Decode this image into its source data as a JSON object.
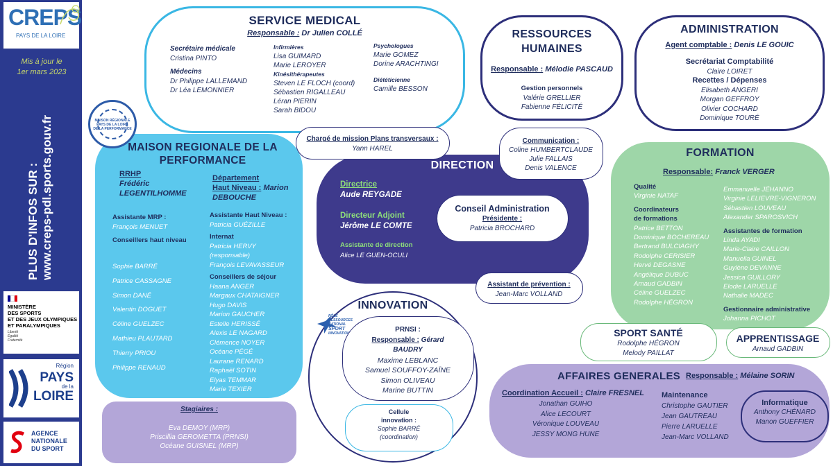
{
  "left_band": {
    "logo": {
      "word": "CREPS",
      "sub": "PAYS DE LA LOIRE"
    },
    "update_line1": "Mis à jour le",
    "update_line2": "1er mars 2023",
    "vertical_line1": "PLUS D'INFOS SUR :",
    "vertical_line2": "www.creps-pdl.sports.gouv.fr",
    "ministere": [
      "MINISTÈRE",
      "DES SPORTS",
      "ET DES JEUX OLYMPIQUES",
      "ET PARALYMPIQUES"
    ],
    "ministere_motto": [
      "Liberté",
      "Égalité",
      "Fraternité"
    ],
    "region": {
      "label": "Région",
      "big1": "PAYS",
      "small": "de la",
      "big2": "LOIRE"
    },
    "ans": [
      "AGENCE",
      "NATIONALE",
      "DU SPORT"
    ]
  },
  "service_medical": {
    "title": "SERVICE MEDICAL",
    "responsable_label": "Responsable :",
    "responsable_name": "Dr Julien COLLÉ",
    "col1": [
      {
        "role": "Secrétaire médicale",
        "names": [
          "Cristina PINTO"
        ]
      },
      {
        "role": "Médecins",
        "names": [
          "Dr Philippe LALLEMAND",
          "Dr Léa LEMONNIER"
        ]
      }
    ],
    "col2": [
      {
        "role": "Infirmières",
        "names": [
          "Lisa GUIMARD",
          "Marie LEROYER"
        ]
      },
      {
        "role": "Kinésithérapeutes",
        "names": [
          "Steven LE FLOCH (coord)",
          "Sébastien RIGALLEAU",
          "Léran PIERIN",
          "Sarah BIDOU"
        ]
      }
    ],
    "col3": [
      {
        "role": "Psychologues",
        "names": [
          "Marie GOMEZ",
          "Dorine ARACHTINGI"
        ]
      },
      {
        "role": "Diététicienne",
        "names": [
          "Camille BESSON"
        ]
      }
    ]
  },
  "rh": {
    "title_line1": "RESSOURCES",
    "title_line2": "HUMAINES",
    "responsable_label": "Responsable :",
    "responsable_name": "Mélodie PASCAUD",
    "section": "Gestion personnels",
    "names": [
      "Valérie GRELLIER",
      "Fabienne FÉLICITÉ"
    ]
  },
  "administration": {
    "title": "ADMINISTRATION",
    "agent_label": "Agent comptable :",
    "agent_name": "Denis LE GOUIC",
    "section1": "Secrétariat Comptabilité",
    "section1_names": [
      "Claire LOIRET"
    ],
    "section2": "Recettes / Dépenses",
    "section2_names": [
      "Elisabeth ANGERI",
      "Morgan GEFFROY",
      "Olivier COCHARD",
      "Dominique TOURÉ"
    ]
  },
  "badge": {
    "line1": "MAISON RÉGIONALE",
    "line2": "PAYS DE LA LOIRE",
    "line3": "DE LA PERFORMANCE"
  },
  "mrp": {
    "title_line1": "MAISON REGIONALE DE LA",
    "title_line2": "PERFORMANCE",
    "rrhp_label": "RRHP",
    "rrhp_name1": "Frédéric",
    "rrhp_name2": "LEGENTILHOMME",
    "dept_label1": "Département",
    "dept_label2": "Haut Niveau :",
    "dept_name1": "Marion",
    "dept_name2": "DEBOUCHE",
    "assistante_mrp_label": "Assistante MRP :",
    "assistante_mrp_name": "François MENUET",
    "conseillers_label": "Conseillers haut niveau",
    "conseillers": [
      "Sophie BARRÉ",
      "Patrice CASSAGNE",
      "Simon DANÉ",
      "Valentin DOGUET",
      "Céline GUELZEC",
      "Mathieu PLAUTARD",
      "Thierry PRIOU",
      "Philippe RENAUD"
    ],
    "assistante_hn_label": "Assistante Haut Niveau :",
    "assistante_hn_name": "Patricia GUÉZILLE",
    "internat_label": "Internat",
    "internat_names": [
      "Patricia HERVY",
      "(responsable)",
      "François LEVAVASSEUR"
    ],
    "sejour_label": "Conseillers de séjour",
    "sejour_names": [
      "Haana ANGER",
      "Margaux CHATAIGNER",
      "Hugo DAVIS",
      "Marion GAUCHER",
      "Estelle HERISSÉ",
      "Alexis LE NAGARD",
      "Clémence NOYER",
      "Océane PÉGÉ",
      "Laurane RENARD",
      "Raphaël SOTIN",
      "Elyas TEMMAR",
      "Marie TEXIER"
    ]
  },
  "stagiaires": {
    "title": "Stagiaires :",
    "names": [
      "Eva DEMOY (MRP)",
      "Priscillia GEROMETTA (PRNSI)",
      "Océane GUISNEL  (MRP)"
    ]
  },
  "charge": {
    "title": "Chargé de mission Plans transversaux :",
    "name": "Yann HAREL"
  },
  "communication": {
    "title": "Communication :",
    "names": [
      "Coline HUMBERTCLAUDE",
      "Julie FALLAIS",
      "Denis VALENCE"
    ]
  },
  "direction": {
    "title": "DIRECTION",
    "directrice_label": "Directrice",
    "directrice_name": "Aude REYGADE",
    "adjoint_label": "Directeur Adjoint",
    "adjoint_name": "Jérôme LE COMTE",
    "assistante_label": "Assistante de direction",
    "assistante_name": "Alice LE GUEN-OCULI"
  },
  "conseil": {
    "title": "Conseil Administration",
    "label": "Présidente :",
    "name": "Patricia BROCHARD"
  },
  "prevention": {
    "title": "Assistant de prévention :",
    "name": "Jean-Marc VOLLAND"
  },
  "formation": {
    "title": "FORMATION",
    "responsable_label": "Responsable:",
    "responsable_name": "Franck VERGER",
    "qualite_label": "Qualité",
    "qualite_name": "Virginie NATAF",
    "coord_label1": "Coordinateurs",
    "coord_label2": "de formations",
    "coord_names": [
      "Patrice BETTON",
      "Dominique BOCHEREAU",
      "Bertrand BULCIAGHY",
      "Rodolphe CERISIER",
      "Hervé DEGASNE",
      "Angélique DUBUC",
      "Arnaud GADBIN",
      "Céline GUELZEC",
      "Rodolphe HÉGRON"
    ],
    "col2_names": [
      "Emmanuelle JÉHANNO",
      "Virginie LELIEVRE-VIGNERON",
      "Sébastien LOUVEAU",
      "Alexander SPAROSVICH"
    ],
    "assistantes_label": "Assistantes de formation",
    "assistantes_names": [
      "Linda AYADI",
      "Marie-Claire CAILLON",
      "Manuella GUINEL",
      "Guylène DEVANNE",
      "Jessica GUILLORY",
      "Elodie LARUELLE",
      "Nathalie MADEC"
    ],
    "gestion_label": "Gestionnaire administrative",
    "gestion_name": "Johanna PICHOT"
  },
  "sport_sante": {
    "title": "SPORT SANTÉ",
    "names": [
      "Rodolphe HÉGRON",
      "Melody PAILLAT"
    ]
  },
  "apprentissage": {
    "title": "APPRENTISSAGE",
    "name": "Arnaud GADBIN"
  },
  "innovation": {
    "title": "INNOVATION",
    "logo_lines": [
      "PÔLE RESSOURCES",
      "NATIONAL",
      "SPORT",
      "INNOVATIONS"
    ],
    "prnsi_label": "PRNSI :",
    "prnsi_resp_label": "Responsable :",
    "prnsi_resp_name1": "Gérard",
    "prnsi_resp_name2": "BAUDRY",
    "prnsi_names": [
      "Maxime LEBLANC",
      "Samuel SOUFFOY-ZAÏNE",
      "Simon OLIVEAU",
      "Marine BUTTIN"
    ],
    "cellule_label1": "Cellule",
    "cellule_label2": "innovation :",
    "cellule_name": "Sophie BARRÉ",
    "cellule_note": "(coordination)"
  },
  "affaires": {
    "title": "AFFAIRES GENERALES",
    "responsable_label": "Responsable :",
    "responsable_name": "Mélaine SORIN",
    "coord_label": "Coordination Accueil :",
    "coord_name": "Claire FRESNEL",
    "coord_names": [
      "Jonathan GUIHO",
      "Alice LECOURT",
      "Véronique LOUVEAU",
      "JESSY MONG HUNE"
    ],
    "maintenance_label": "Maintenance",
    "maintenance_names": [
      "Christophe GAUTIER",
      "Jean GAUTREAU",
      "Pierre LARUELLE",
      "Jean-Marc VOLLAND"
    ],
    "info_label": "Informatique",
    "info_names": [
      "Anthony CHÉNARD",
      "Manon GUEFFIER"
    ]
  }
}
